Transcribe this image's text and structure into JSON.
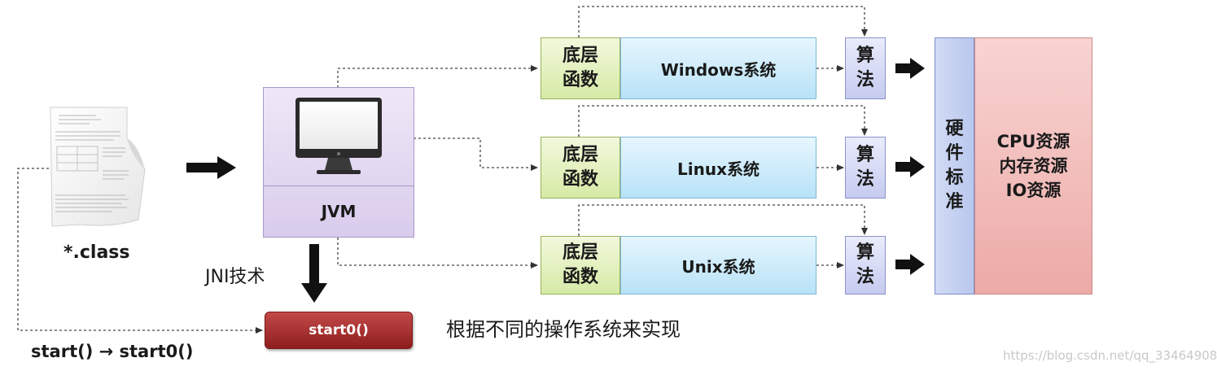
{
  "class_file": {
    "label": "*.class"
  },
  "jvm": {
    "label": "JVM"
  },
  "jni": {
    "label": "JNI技术"
  },
  "start0": {
    "label": "start0()"
  },
  "call_chain": {
    "label": "start() → start0()"
  },
  "os_note": {
    "label": "根据不同的操作系统来实现"
  },
  "rows": [
    {
      "func_line1": "底层",
      "func_line2": "函数",
      "os": "Windows系统",
      "algo_line1": "算",
      "algo_line2": "法"
    },
    {
      "func_line1": "底层",
      "func_line2": "函数",
      "os": "Linux系统",
      "algo_line1": "算",
      "algo_line2": "法"
    },
    {
      "func_line1": "底层",
      "func_line2": "函数",
      "os": "Unix系统",
      "algo_line1": "算",
      "algo_line2": "法"
    }
  ],
  "hardware": {
    "lines": [
      "硬",
      "件",
      "标",
      "准"
    ]
  },
  "resources": {
    "lines": [
      "CPU资源",
      "内存资源",
      "IO资源"
    ]
  },
  "watermark": {
    "text": "https://blog.csdn.net/qq_33464908"
  },
  "colors": {
    "func_box": "#d6eaa6",
    "os_box": "#b8e2f7",
    "algo_box": "#c6cbf0",
    "hardware_box": "#b9c7ee",
    "resource_box": "#ecaaa7",
    "jvm_box": "#d9ccec",
    "start0_button": "#a83533"
  },
  "icons": [
    "document-icon",
    "monitor-icon",
    "arrow-right-icon",
    "arrow-down-icon"
  ]
}
